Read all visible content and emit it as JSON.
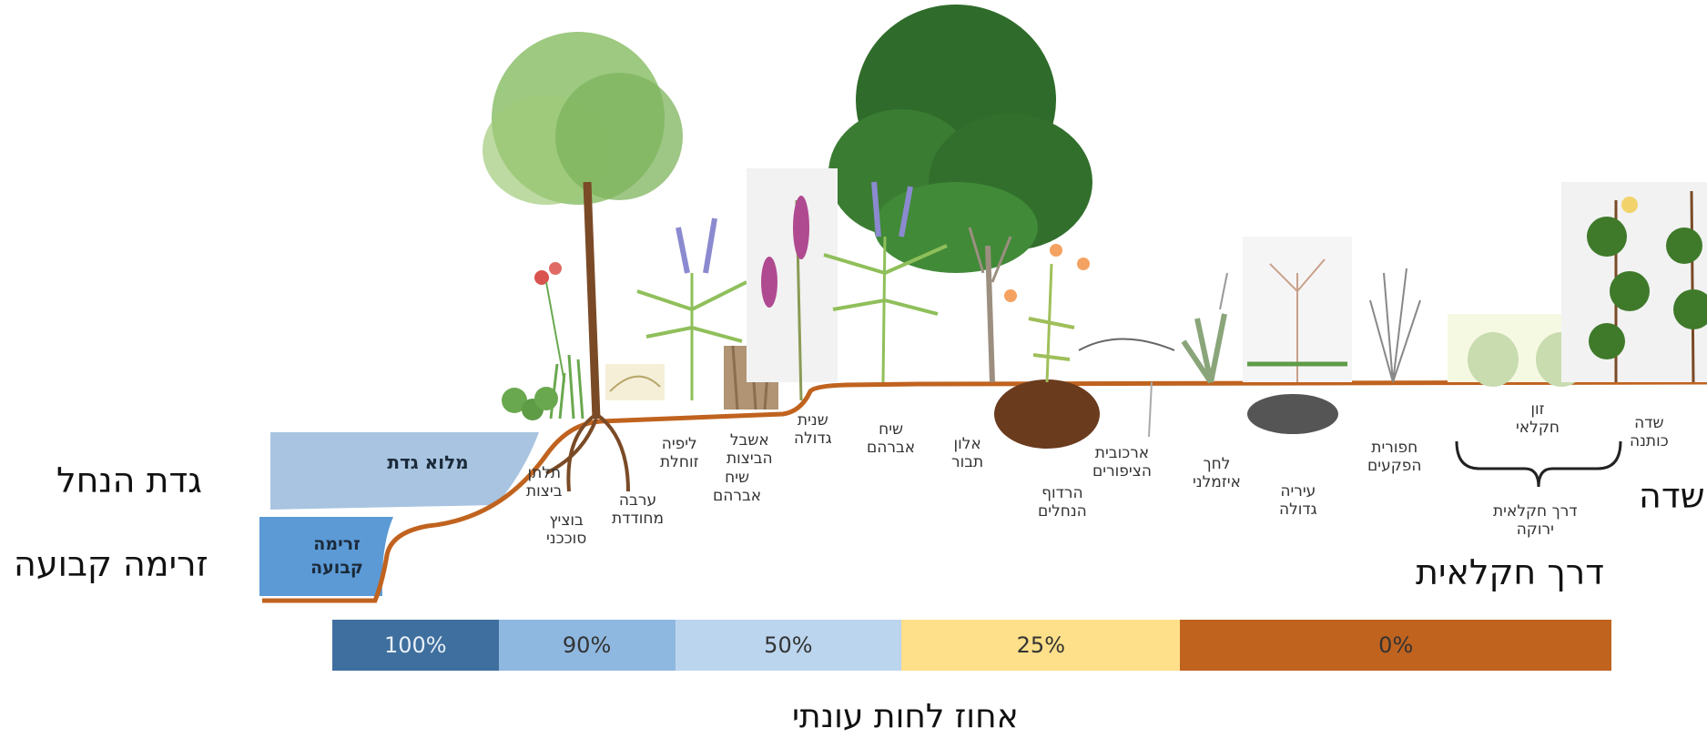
{
  "zones": {
    "bank_fill": "מלוא גדת",
    "permanent_flow": "זרימה\nקבועה"
  },
  "side_labels": {
    "stream_bank": "גדת הנחל",
    "permanent_flow": "זרימה קבועה",
    "field": "שדה",
    "farm_road": "דרך חקלאית"
  },
  "plants": [
    {
      "name": "תלתן\nביצות"
    },
    {
      "name": "בוציץ\nסוככני"
    },
    {
      "name": "ערבה\nמחודדת"
    },
    {
      "name": "ליפיה\nזוחלת"
    },
    {
      "name": "שיח\nאברהם"
    },
    {
      "name": "אשבל\nהביצות"
    },
    {
      "name": "שנית\nגדולה"
    },
    {
      "name": "שיח\nאברהם"
    },
    {
      "name": "אלון\nתבור"
    },
    {
      "name": "הרדוף\nהנחלים"
    },
    {
      "name": "ארכובית\nהציפורים"
    },
    {
      "name": "לחך\nאיזמלני"
    },
    {
      "name": "עיריה\nגדולה"
    },
    {
      "name": "חפורית\nהפקעים"
    },
    {
      "name": "זון\nחקלאי"
    },
    {
      "name": "דרך חקלאית\nירוקה"
    },
    {
      "name": "שדה\nכותנה"
    }
  ],
  "moisture_scale": {
    "title": "אחוז לחות עונתי",
    "segments": [
      {
        "label": "100%",
        "color": "#3f6f9e",
        "text_color": "#e8f0f8",
        "fraction": 0.13
      },
      {
        "label": "90%",
        "color": "#8fb8e0",
        "text_color": "#333333",
        "fraction": 0.138
      },
      {
        "label": "50%",
        "color": "#bcd5ee",
        "text_color": "#333333",
        "fraction": 0.177
      },
      {
        "label": "25%",
        "color": "#ffe08a",
        "text_color": "#333333",
        "fraction": 0.218
      },
      {
        "label": "0%",
        "color": "#c0631f",
        "text_color": "#333333",
        "fraction": 0.337
      }
    ]
  },
  "colors": {
    "soil_line": "#c0631f",
    "bank_fill": "#a8c4e0",
    "flow": "#5b9ad5",
    "grass": "#6aa84f",
    "root": "#7a4a26"
  }
}
